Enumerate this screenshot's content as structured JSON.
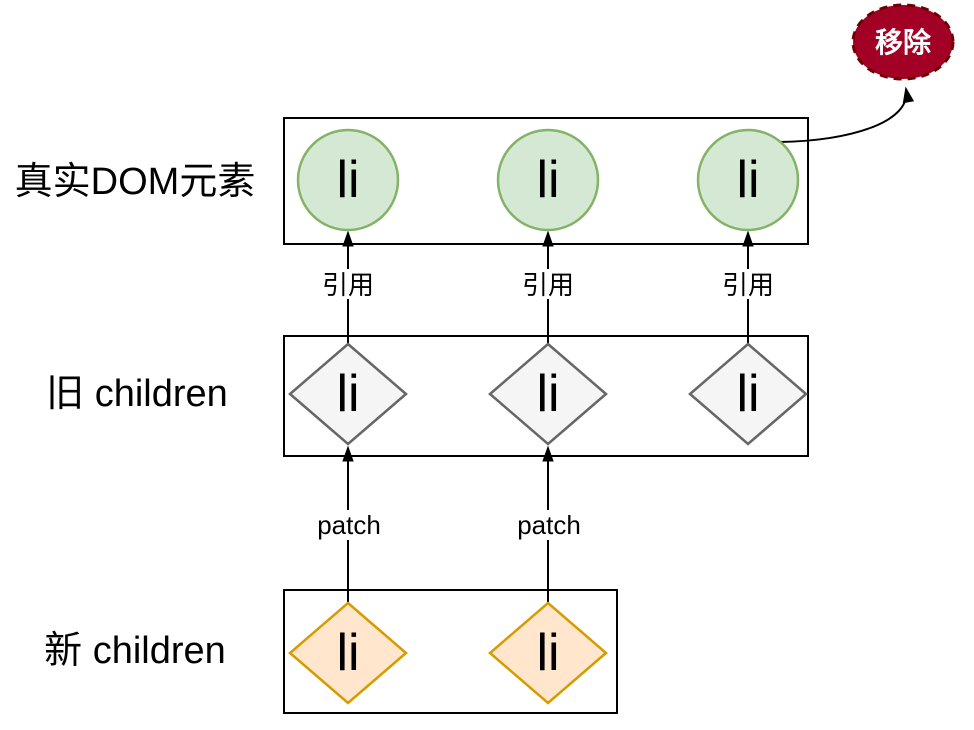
{
  "diagram": {
    "rows": [
      {
        "label": "真实DOM元素",
        "shape": "circle",
        "items": [
          "li",
          "li",
          "li"
        ]
      },
      {
        "label": "旧 children",
        "shape": "diamond",
        "items": [
          "li",
          "li",
          "li"
        ]
      },
      {
        "label": "新 children",
        "shape": "diamond",
        "items": [
          "li",
          "li"
        ]
      }
    ],
    "edge_labels": {
      "reference": [
        "引用",
        "引用",
        "引用"
      ],
      "patch": [
        "patch",
        "patch"
      ]
    },
    "remove_badge": {
      "label": "移除"
    },
    "colors": {
      "dom_node_fill": "#d5e8d4",
      "dom_node_stroke": "#82b366",
      "old_vnode_fill": "#f5f5f5",
      "old_vnode_stroke": "#666666",
      "new_vnode_fill": "#ffe6cc",
      "new_vnode_stroke": "#d79b00",
      "remove_fill": "#a20025",
      "remove_stroke": "#6f0000",
      "container_stroke": "#000000",
      "line": "#000000"
    }
  }
}
